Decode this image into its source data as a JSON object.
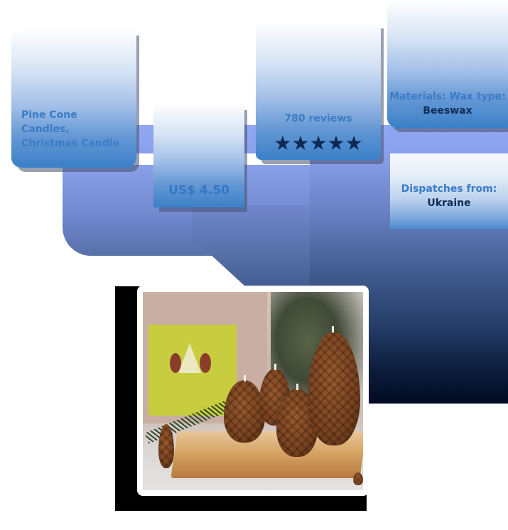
{
  "product": {
    "title": "Pine Cone Candles, Christmas Candle",
    "title_line1": "Pine Cone Candles,",
    "title_line2": "Christmas Candle",
    "price": "US$ 4.50",
    "reviews": {
      "count_label": "780 reviews",
      "rating_stars": 5,
      "star_glyph": "★"
    },
    "materials": {
      "label": "Materials: Wax type:",
      "value": "Beeswax"
    },
    "dispatch": {
      "label": "Dispatches from:",
      "value": "Ukraine"
    },
    "image": {
      "alt": "Four brown pine-cone shaped candles on a wooden board with fir branches and a gift box"
    }
  },
  "colors": {
    "card_top": "#ffffff",
    "card_bottom": "#3a80c8",
    "label_blue": "#3a7cc6",
    "label_navy": "#0f2c54",
    "star_color": "#0d2a55",
    "backdrop_dark": "#020c22"
  }
}
